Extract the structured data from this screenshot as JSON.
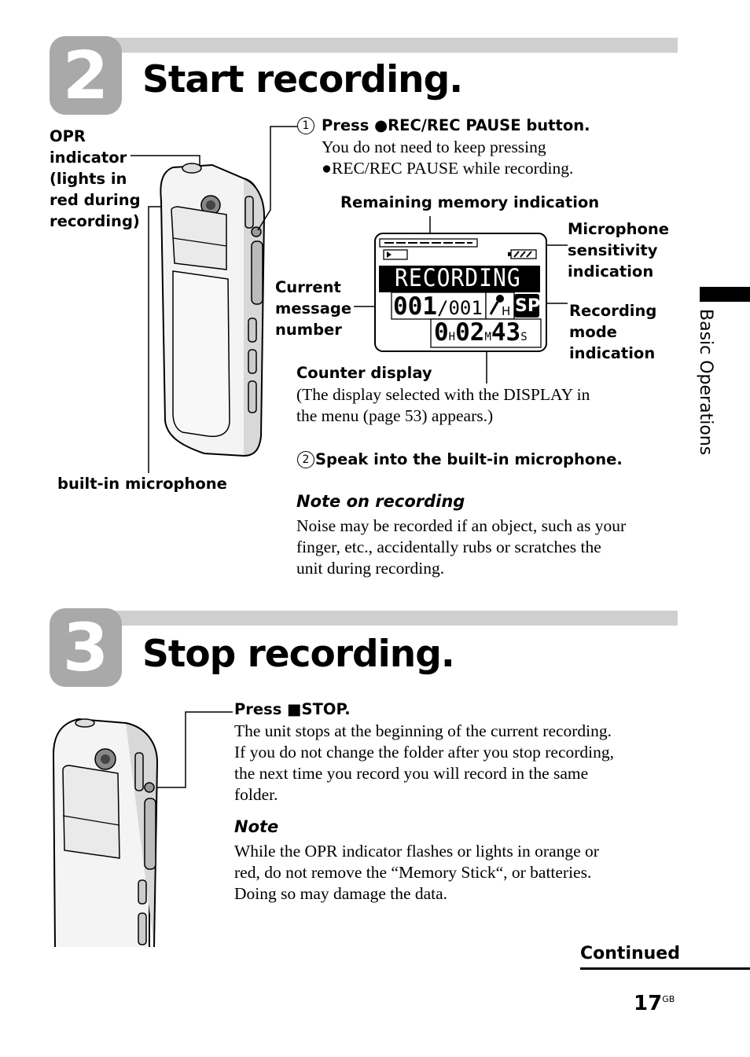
{
  "step2": {
    "number": "2",
    "title": "Start recording.",
    "labels": {
      "opr": [
        "OPR",
        "indicator",
        "(lights in",
        "red during",
        "recording)"
      ],
      "builtin_mic": "built-in microphone",
      "remaining_memory": "Remaining memory indication",
      "mic_sensitivity": [
        "Microphone",
        "sensitivity",
        "indication"
      ],
      "current_message": [
        "Current",
        "message",
        "number"
      ],
      "recording_mode": [
        "Recording",
        "mode",
        "indication"
      ],
      "counter_display": "Counter display"
    },
    "instr1_num": "1",
    "instr1_bold": "Press ●REC/REC PAUSE button.",
    "instr1_body": [
      "You do not need to keep pressing",
      "●REC/REC PAUSE while recording."
    ],
    "counter_body": [
      "(The display selected with the DISPLAY in",
      "the menu (page 53) appears.)"
    ],
    "instr2_num": "2",
    "instr2_bold": "Speak into the built-in microphone.",
    "note_title": "Note on recording",
    "note_body": [
      "Noise may be recorded if an object, such as your",
      "finger, etc., accidentally rubs or scratches the",
      "unit during recording."
    ]
  },
  "lcd": {
    "recording": "RECORDING",
    "msg_current": "001",
    "msg_total": "/001",
    "sensitivity": "H",
    "mode": "SP",
    "counter_h": "0",
    "h_unit": "H",
    "counter_m": "02",
    "m_unit": "M",
    "counter_s": "43",
    "s_unit": "S"
  },
  "step3": {
    "number": "3",
    "title": "Stop recording.",
    "instr_bold": "Press ■STOP.",
    "instr_body": [
      "The unit stops at the beginning of the current recording.",
      "If you do not change the folder after you stop recording,",
      "the next time you record you will record in the same",
      "folder."
    ],
    "note_title": "Note",
    "note_body": [
      "While the OPR indicator flashes or lights in orange or",
      "red, do not remove the “Memory Stick“, or batteries.",
      "Doing so may damage the data."
    ]
  },
  "side_tab": "Basic Operations",
  "footer": {
    "continued": "Continued",
    "page_number": "17",
    "page_suffix": "GB"
  }
}
